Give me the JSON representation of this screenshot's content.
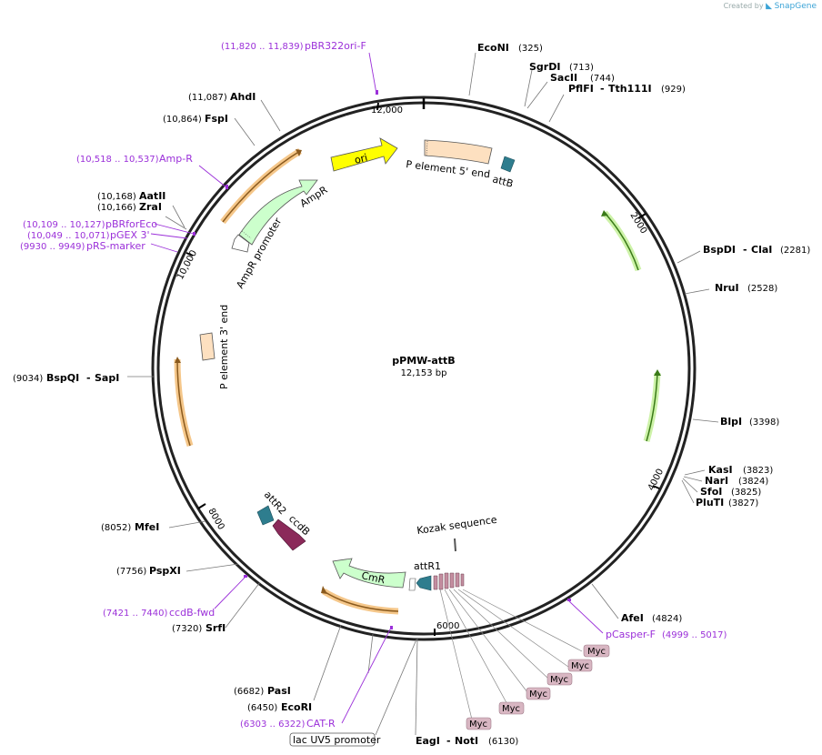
{
  "watermark": {
    "created_by": "Created by",
    "brand": "SnapGene"
  },
  "plasmid": {
    "name": "pPMW-attB",
    "length_label": "12,153 bp"
  },
  "ticks": [
    "12,000",
    "2000",
    "4000",
    "6000",
    "8000",
    "10,000"
  ],
  "features": {
    "ori": "ori",
    "p5": "P element 5' end",
    "attB": "attB",
    "ampR": "AmpR",
    "ampR_promoter": "AmpR promoter",
    "p3": "P element 3' end",
    "attR2": "attR2",
    "ccdB": "ccdB",
    "cmR": "CmR",
    "attR1": "attR1",
    "kozak": "Kozak sequence",
    "lac": "lac UV5 promoter",
    "myc_tags": [
      "Myc",
      "Myc",
      "Myc",
      "Myc",
      "Myc",
      "Myc"
    ]
  },
  "sites": [
    {
      "name": "EcoNI",
      "pos": "(325)"
    },
    {
      "name": "SgrDI",
      "pos": "(713)"
    },
    {
      "name": "SacII",
      "pos": "(744)"
    },
    {
      "name": "PflFI",
      "sep": "-",
      "name2": "Tth111I",
      "pos": "(929)"
    },
    {
      "name": "BspDI",
      "sep": "-",
      "name2": "ClaI",
      "pos": "(2281)"
    },
    {
      "name": "NruI",
      "pos": "(2528)"
    },
    {
      "name": "BlpI",
      "pos": "(3398)"
    },
    {
      "name": "KasI",
      "pos": "(3823)"
    },
    {
      "name": "NarI",
      "pos": "(3824)"
    },
    {
      "name": "SfoI",
      "pos": "(3825)"
    },
    {
      "name": "PluTI",
      "pos": "(3827)"
    },
    {
      "name": "AfeI",
      "pos": "(4824)"
    },
    {
      "name": "EagI",
      "sep": "-",
      "name2": "NotI",
      "pos": "(6130)"
    },
    {
      "name": "EcoRI",
      "pos": "(6450)"
    },
    {
      "name": "PasI",
      "pos": "(6682)"
    },
    {
      "name": "SrfI",
      "pos": "(7320)"
    },
    {
      "name": "PspXI",
      "pos": "(7756)"
    },
    {
      "name": "MfeI",
      "pos": "(8052)"
    },
    {
      "name": "BspQI",
      "sep": "-",
      "name2": "SapI",
      "pos": "(9034)"
    },
    {
      "name": "ZraI",
      "pos": "(10,166)"
    },
    {
      "name": "AatII",
      "pos": "(10,168)"
    },
    {
      "name": "FspI",
      "pos": "(10,864)"
    },
    {
      "name": "AhdI",
      "pos": "(11,087)"
    }
  ],
  "primers": [
    {
      "name": "pBR322ori-F",
      "pos": "(11,820 .. 11,839)"
    },
    {
      "name": "Amp-R",
      "pos": "(10,518 .. 10,537)"
    },
    {
      "name": "pBRforEco",
      "pos": "(10,109 .. 10,127)"
    },
    {
      "name": "pGEX 3'",
      "pos": "(10,049 .. 10,071)"
    },
    {
      "name": "pRS-marker",
      "pos": "(9930 .. 9949)"
    },
    {
      "name": "pCasper-F",
      "pos": "(4999 .. 5017)"
    },
    {
      "name": "CAT-R",
      "pos": "(6303 .. 6322)"
    },
    {
      "name": "ccdB-fwd",
      "pos": "(7421 .. 7440)"
    }
  ]
}
